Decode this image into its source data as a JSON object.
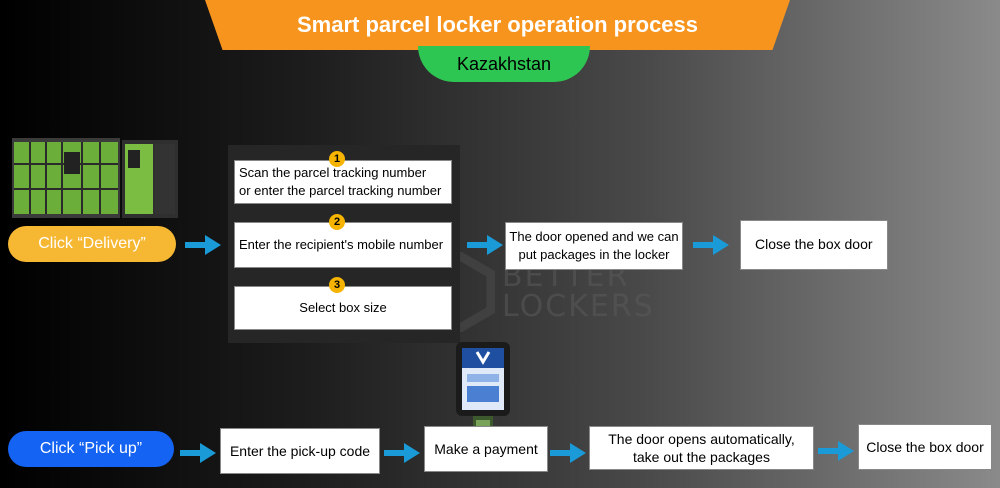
{
  "header": {
    "title": "Smart parcel locker operation process",
    "country": "Kazakhstan"
  },
  "watermark": {
    "line1": "BETTER",
    "line2": "LOCKERS"
  },
  "delivery": {
    "action": "Click “Delivery”",
    "steps": [
      {
        "num": "1",
        "text_line1": "Scan the parcel tracking number",
        "text_line2": "or enter the parcel tracking number"
      },
      {
        "num": "2",
        "text": "Enter the recipient's mobile number"
      },
      {
        "num": "3",
        "text": "Select box size"
      }
    ],
    "door_line1": "The door opened and we can",
    "door_line2": "put packages in the locker",
    "close": "Close the box door"
  },
  "pickup": {
    "action": "Click “Pick up”",
    "code": "Enter the pick-up code",
    "payment": "Make a payment",
    "door_line1": "The door opens automatically,",
    "door_line2": "take out the packages",
    "close": "Close the box door"
  },
  "colors": {
    "banner": "#f7941d",
    "country_pill": "#2ec653",
    "delivery_pill": "#f6b733",
    "pickup_pill": "#1563f2",
    "arrow": "#1a9ad6",
    "step_number": "#f6b400"
  }
}
